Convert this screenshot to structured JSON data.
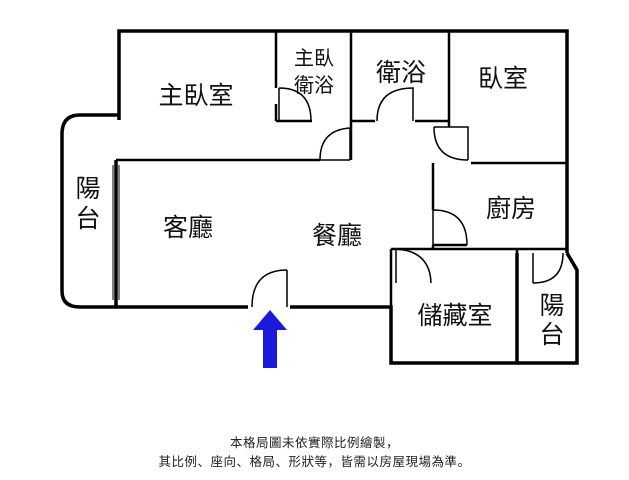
{
  "colors": {
    "wall": "#000000",
    "arrow": "#1a1adb",
    "text": "#111111"
  },
  "rooms": {
    "master_bedroom": "主臥室",
    "master_bath_line1": "主臥",
    "master_bath_line2": "衛浴",
    "bathroom": "衛浴",
    "bedroom": "臥室",
    "balcony_left_line1": "陽",
    "balcony_left_line2": "台",
    "living_room": "客廳",
    "dining_room": "餐廳",
    "kitchen": "廚房",
    "storage_room": "儲藏室",
    "balcony_right_line1": "陽",
    "balcony_right_line2": "台"
  },
  "entrance": {
    "icon": "up-arrow-icon"
  },
  "disclaimer": {
    "line1": "本格局圖未依實際比例繪製，",
    "line2": "其比例、座向、格局、形狀等，皆需以房屋現場為準。"
  }
}
